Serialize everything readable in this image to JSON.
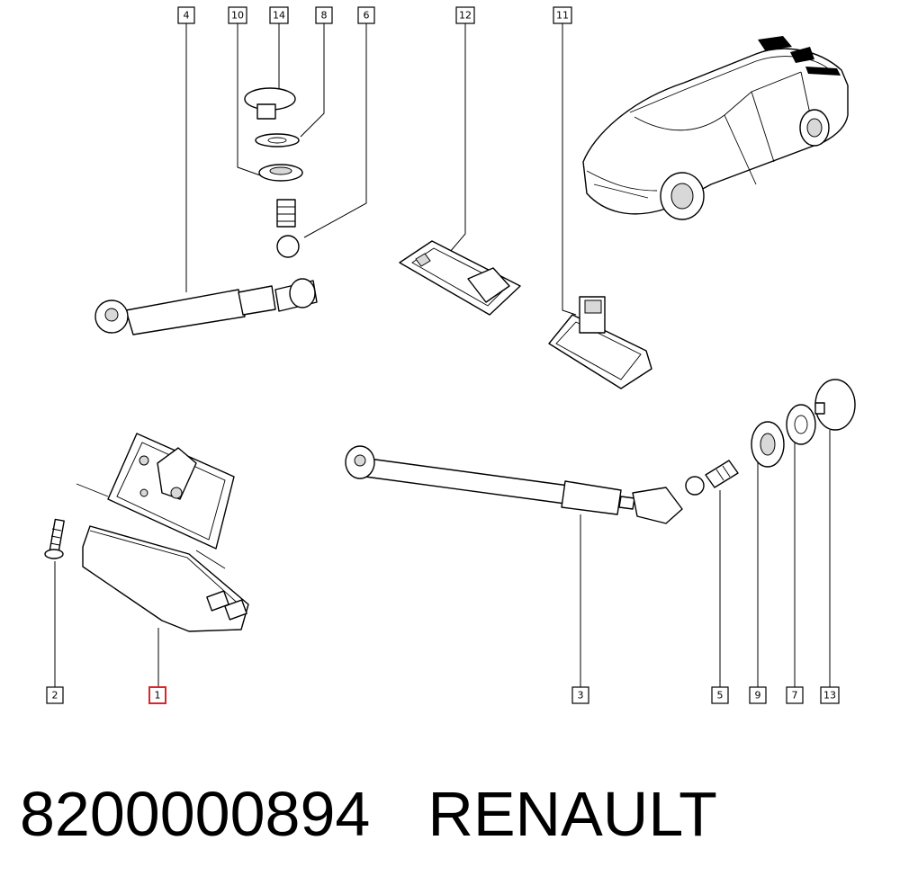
{
  "callouts": [
    {
      "label": "4"
    },
    {
      "label": "10"
    },
    {
      "label": "14"
    },
    {
      "label": "8"
    },
    {
      "label": "6"
    },
    {
      "label": "12"
    },
    {
      "label": "11"
    },
    {
      "label": "2"
    },
    {
      "label": "1"
    },
    {
      "label": "3"
    },
    {
      "label": "5"
    },
    {
      "label": "9"
    },
    {
      "label": "7"
    },
    {
      "label": "13"
    }
  ],
  "highlighted_callout": "1",
  "caption": {
    "part_number": "8200000894",
    "brand": "RENAULT"
  },
  "colors": {
    "highlight": "#d9262c",
    "line": "#000000",
    "background": "#ffffff"
  }
}
